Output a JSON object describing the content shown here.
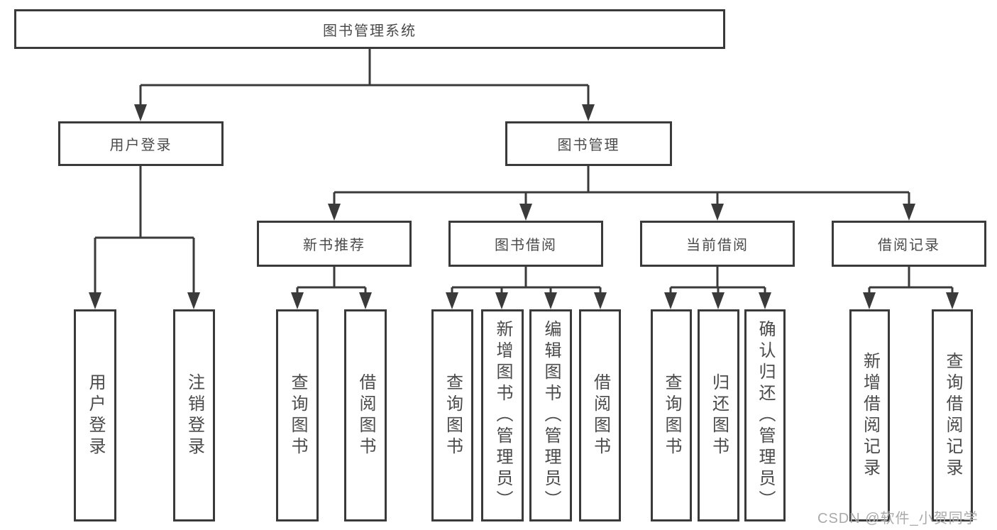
{
  "nodes": {
    "root": "图书管理系统",
    "user_login": "用户登录",
    "book_mgmt": "图书管理",
    "new_books": "新书推荐",
    "book_borrow": "图书借阅",
    "current_borrow": "当前借阅",
    "borrow_records": "借阅记录",
    "leaf_user_login": "用户登录",
    "leaf_logout": "注销登录",
    "leaf_nb_query_books": "查询图书",
    "leaf_nb_borrow_books": "借阅图书",
    "leaf_bb_query_books": "查询图书",
    "leaf_bb_add_books": "新增图书（管理员）",
    "leaf_bb_edit_books": "编辑图书（管理员）",
    "leaf_bb_borrow_books": "借阅图书",
    "leaf_cb_query_books": "查询图书",
    "leaf_cb_return_books": "归还图书",
    "leaf_cb_confirm_return": "确认归还（管理员）",
    "leaf_br_add_record": "新增借阅记录",
    "leaf_br_query_record": "查询借阅记录"
  },
  "watermark": "CSDN @软件_小贺同学",
  "colors": {
    "line": "#3a3a3a",
    "text": "#4a4a4a",
    "watermark": "#aaaaaa",
    "background": "#ffffff"
  }
}
